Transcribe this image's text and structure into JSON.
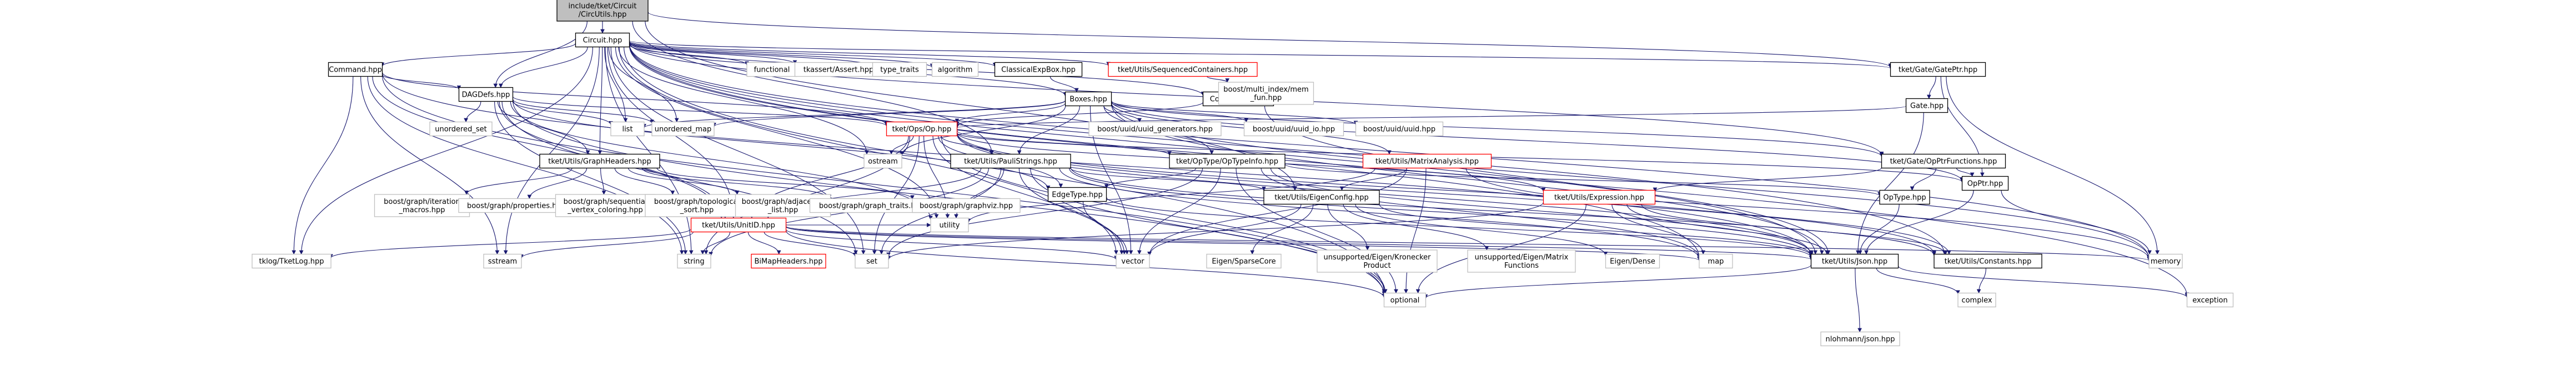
{
  "diagram": {
    "colors": {
      "node_fill": "#ffffff",
      "node_border": "#bfbfbf",
      "linked_border": "#000000",
      "missing_border": "#ff0000",
      "root_fill": "#bfbfbf",
      "edge": "#191970",
      "text": "#000000"
    },
    "nodes": [
      {
        "id": "root",
        "label": "include/tket/Circuit\n/CircUtils.hpp",
        "style": "root"
      },
      {
        "id": "circuit",
        "label": "Circuit.hpp",
        "style": "linked"
      },
      {
        "id": "command",
        "label": "Command.hpp",
        "style": "linked"
      },
      {
        "id": "dagdefs",
        "label": "DAGDefs.hpp",
        "style": "linked"
      },
      {
        "id": "functional",
        "label": "functional",
        "style": "plain"
      },
      {
        "id": "tkassert",
        "label": "tkassert/Assert.hpp",
        "style": "plain"
      },
      {
        "id": "type_traits",
        "label": "type_traits",
        "style": "plain"
      },
      {
        "id": "algorithm",
        "label": "algorithm",
        "style": "plain"
      },
      {
        "id": "classicalexpbox",
        "label": "ClassicalExpBox.hpp",
        "style": "linked"
      },
      {
        "id": "seqcontainers",
        "label": "tket/Utils/SequencedContainers.hpp",
        "style": "missing"
      },
      {
        "id": "gateptr",
        "label": "tket/Gate/GatePtr.hpp",
        "style": "linked"
      },
      {
        "id": "boxes",
        "label": "Boxes.hpp",
        "style": "linked"
      },
      {
        "id": "conditional",
        "label": "Conditional.hpp",
        "style": "linked"
      },
      {
        "id": "multiindex",
        "label": "boost/multi_index/mem\n_fun.hpp",
        "style": "plain"
      },
      {
        "id": "gatehpp",
        "label": "Gate.hpp",
        "style": "linked"
      },
      {
        "id": "unordered_set",
        "label": "unordered_set",
        "style": "plain"
      },
      {
        "id": "list",
        "label": "list",
        "style": "plain"
      },
      {
        "id": "unordered_map",
        "label": "unordered_map",
        "style": "plain"
      },
      {
        "id": "ophpp",
        "label": "tket/Ops/Op.hpp",
        "style": "missing"
      },
      {
        "id": "graphheaders",
        "label": "tket/Utils/GraphHeaders.hpp",
        "style": "linked"
      },
      {
        "id": "uuidgen",
        "label": "boost/uuid/uuid_generators.hpp",
        "style": "plain"
      },
      {
        "id": "uuidio",
        "label": "boost/uuid/uuid_io.hpp",
        "style": "plain"
      },
      {
        "id": "uuid",
        "label": "boost/uuid/uuid.hpp",
        "style": "plain"
      },
      {
        "id": "opptrfunctions",
        "label": "tket/Gate/OpPtrFunctions.hpp",
        "style": "linked"
      },
      {
        "id": "ostream",
        "label": "ostream",
        "style": "plain"
      },
      {
        "id": "pauli",
        "label": "tket/Utils/PauliStrings.hpp",
        "style": "linked"
      },
      {
        "id": "optypeinfo",
        "label": "tket/OpType/OpTypeInfo.hpp",
        "style": "linked"
      },
      {
        "id": "matrix",
        "label": "tket/Utils/MatrixAnalysis.hpp",
        "style": "missing"
      },
      {
        "id": "opptr",
        "label": "OpPtr.hpp",
        "style": "linked"
      },
      {
        "id": "iteration",
        "label": "boost/graph/iteration\n_macros.hpp",
        "style": "plain"
      },
      {
        "id": "properties",
        "label": "boost/graph/properties.hpp",
        "style": "plain"
      },
      {
        "id": "seqvertex",
        "label": "boost/graph/sequential\n_vertex_coloring.hpp",
        "style": "plain"
      },
      {
        "id": "topo",
        "label": "boost/graph/topological\n_sort.hpp",
        "style": "plain"
      },
      {
        "id": "adjlist",
        "label": "boost/graph/adjacency\n_list.hpp",
        "style": "plain"
      },
      {
        "id": "graphtraits",
        "label": "boost/graph/graph_traits.hpp",
        "style": "plain"
      },
      {
        "id": "graphviz",
        "label": "boost/graph/graphviz.hpp",
        "style": "plain"
      },
      {
        "id": "edgetype",
        "label": "EdgeType.hpp",
        "style": "linked"
      },
      {
        "id": "eigenconfig",
        "label": "tket/Utils/EigenConfig.hpp",
        "style": "linked"
      },
      {
        "id": "expression",
        "label": "tket/Utils/Expression.hpp",
        "style": "missing"
      },
      {
        "id": "optype",
        "label": "OpType.hpp",
        "style": "linked"
      },
      {
        "id": "unitid",
        "label": "tket/Utils/UnitID.hpp",
        "style": "missing"
      },
      {
        "id": "utility",
        "label": "utility",
        "style": "plain"
      },
      {
        "id": "tklog",
        "label": "tklog/TketLog.hpp",
        "style": "plain"
      },
      {
        "id": "sstream",
        "label": "sstream",
        "style": "plain"
      },
      {
        "id": "string",
        "label": "string",
        "style": "plain"
      },
      {
        "id": "bimap",
        "label": "BiMapHeaders.hpp",
        "style": "missing"
      },
      {
        "id": "set",
        "label": "set",
        "style": "plain"
      },
      {
        "id": "vector",
        "label": "vector",
        "style": "plain"
      },
      {
        "id": "eigensparse",
        "label": "Eigen/SparseCore",
        "style": "plain"
      },
      {
        "id": "kronecker",
        "label": "unsupported/Eigen/Kronecker\nProduct",
        "style": "plain"
      },
      {
        "id": "matrixfns",
        "label": "unsupported/Eigen/Matrix\nFunctions",
        "style": "plain"
      },
      {
        "id": "eigendense",
        "label": "Eigen/Dense",
        "style": "plain"
      },
      {
        "id": "map",
        "label": "map",
        "style": "plain"
      },
      {
        "id": "json",
        "label": "tket/Utils/Json.hpp",
        "style": "linked"
      },
      {
        "id": "constants",
        "label": "tket/Utils/Constants.hpp",
        "style": "linked"
      },
      {
        "id": "memory",
        "label": "memory",
        "style": "plain"
      },
      {
        "id": "optional",
        "label": "optional",
        "style": "plain"
      },
      {
        "id": "complex",
        "label": "complex",
        "style": "plain"
      },
      {
        "id": "exception",
        "label": "exception",
        "style": "plain"
      },
      {
        "id": "nlohmann",
        "label": "nlohmann/json.hpp",
        "style": "plain"
      }
    ],
    "edges": [
      [
        "root",
        "circuit"
      ],
      [
        "root",
        "dagdefs"
      ],
      [
        "root",
        "pauli"
      ],
      [
        "root",
        "eigenconfig"
      ],
      [
        "root",
        "gateptr"
      ],
      [
        "circuit",
        "command"
      ],
      [
        "circuit",
        "dagdefs"
      ],
      [
        "circuit",
        "functional"
      ],
      [
        "circuit",
        "tkassert"
      ],
      [
        "circuit",
        "type_traits"
      ],
      [
        "circuit",
        "algorithm"
      ],
      [
        "circuit",
        "classicalexpbox"
      ],
      [
        "circuit",
        "seqcontainers"
      ],
      [
        "circuit",
        "gateptr"
      ],
      [
        "circuit",
        "boxes"
      ],
      [
        "circuit",
        "conditional"
      ],
      [
        "circuit",
        "list"
      ],
      [
        "circuit",
        "unordered_map"
      ],
      [
        "circuit",
        "ostream"
      ],
      [
        "circuit",
        "graphheaders"
      ],
      [
        "circuit",
        "opptrfunctions"
      ],
      [
        "circuit",
        "unitid"
      ],
      [
        "circuit",
        "utility"
      ],
      [
        "circuit",
        "vector"
      ],
      [
        "circuit",
        "map"
      ],
      [
        "circuit",
        "memory"
      ],
      [
        "circuit",
        "optional"
      ],
      [
        "circuit",
        "exception"
      ],
      [
        "circuit",
        "string"
      ],
      [
        "circuit",
        "set"
      ],
      [
        "circuit",
        "sstream"
      ],
      [
        "circuit",
        "tklog"
      ],
      [
        "circuit",
        "constants"
      ],
      [
        "circuit",
        "json"
      ],
      [
        "command",
        "dagdefs"
      ],
      [
        "command",
        "ophpp"
      ],
      [
        "command",
        "unitid"
      ],
      [
        "command",
        "sstream"
      ],
      [
        "command",
        "string"
      ],
      [
        "command",
        "optional"
      ],
      [
        "command",
        "tklog"
      ],
      [
        "command",
        "json"
      ],
      [
        "dagdefs",
        "unordered_set"
      ],
      [
        "dagdefs",
        "list"
      ],
      [
        "dagdefs",
        "unordered_map"
      ],
      [
        "dagdefs",
        "ophpp"
      ],
      [
        "dagdefs",
        "graphheaders"
      ],
      [
        "dagdefs",
        "edgetype"
      ],
      [
        "dagdefs",
        "unitid"
      ],
      [
        "dagdefs",
        "set"
      ],
      [
        "dagdefs",
        "string"
      ],
      [
        "dagdefs",
        "optional"
      ],
      [
        "dagdefs",
        "utility"
      ],
      [
        "classicalexpbox",
        "boxes"
      ],
      [
        "seqcontainers",
        "multiindex"
      ],
      [
        "gateptr",
        "gatehpp"
      ],
      [
        "gateptr",
        "opptr"
      ],
      [
        "gateptr",
        "memory"
      ],
      [
        "gatehpp",
        "ophpp"
      ],
      [
        "gatehpp",
        "json"
      ],
      [
        "boxes",
        "ophpp"
      ],
      [
        "boxes",
        "uuidgen"
      ],
      [
        "boxes",
        "uuidio"
      ],
      [
        "boxes",
        "uuid"
      ],
      [
        "boxes",
        "opptrfunctions"
      ],
      [
        "boxes",
        "ostream"
      ],
      [
        "boxes",
        "pauli"
      ],
      [
        "boxes",
        "optypeinfo"
      ],
      [
        "boxes",
        "matrix"
      ],
      [
        "boxes",
        "opptr"
      ],
      [
        "boxes",
        "list"
      ],
      [
        "boxes",
        "unordered_map"
      ],
      [
        "boxes",
        "memory"
      ],
      [
        "boxes",
        "vector"
      ],
      [
        "boxes",
        "json"
      ],
      [
        "conditional",
        "ophpp"
      ],
      [
        "conditional",
        "json"
      ],
      [
        "ophpp",
        "ostream"
      ],
      [
        "ophpp",
        "pauli"
      ],
      [
        "ophpp",
        "optypeinfo"
      ],
      [
        "ophpp",
        "opptr"
      ],
      [
        "ophpp",
        "edgetype"
      ],
      [
        "ophpp",
        "expression"
      ],
      [
        "ophpp",
        "unitid"
      ],
      [
        "ophpp",
        "utility"
      ],
      [
        "ophpp",
        "string"
      ],
      [
        "ophpp",
        "set"
      ],
      [
        "ophpp",
        "vector"
      ],
      [
        "ophpp",
        "optional"
      ],
      [
        "ophpp",
        "json"
      ],
      [
        "ophpp",
        "constants"
      ],
      [
        "ophpp",
        "memory"
      ],
      [
        "graphheaders",
        "iteration"
      ],
      [
        "graphheaders",
        "properties"
      ],
      [
        "graphheaders",
        "seqvertex"
      ],
      [
        "graphheaders",
        "topo"
      ],
      [
        "graphheaders",
        "adjlist"
      ],
      [
        "graphheaders",
        "graphtraits"
      ],
      [
        "graphheaders",
        "graphviz"
      ],
      [
        "opptrfunctions",
        "opptr"
      ],
      [
        "opptrfunctions",
        "optype"
      ],
      [
        "opptrfunctions",
        "expression"
      ],
      [
        "pauli",
        "eigenconfig"
      ],
      [
        "pauli",
        "constants"
      ],
      [
        "pauli",
        "unitid"
      ],
      [
        "pauli",
        "json"
      ],
      [
        "pauli",
        "map"
      ],
      [
        "pauli",
        "set"
      ],
      [
        "pauli",
        "vector"
      ],
      [
        "pauli",
        "utility"
      ],
      [
        "pauli",
        "string"
      ],
      [
        "pauli",
        "optional"
      ],
      [
        "optypeinfo",
        "edgetype"
      ],
      [
        "optypeinfo",
        "optype"
      ],
      [
        "optypeinfo",
        "json"
      ],
      [
        "optypeinfo",
        "optional"
      ],
      [
        "optypeinfo",
        "set"
      ],
      [
        "optypeinfo",
        "vector"
      ],
      [
        "optypeinfo",
        "map"
      ],
      [
        "matrix",
        "eigenconfig"
      ],
      [
        "matrix",
        "constants"
      ],
      [
        "matrix",
        "vector"
      ],
      [
        "matrix",
        "utility"
      ],
      [
        "matrix",
        "optional"
      ],
      [
        "opptr",
        "json"
      ],
      [
        "opptr",
        "memory"
      ],
      [
        "edgetype",
        "vector"
      ],
      [
        "edgetype",
        "json"
      ],
      [
        "eigenconfig",
        "eigensparse"
      ],
      [
        "eigenconfig",
        "kronecker"
      ],
      [
        "eigenconfig",
        "matrixfns"
      ],
      [
        "eigenconfig",
        "eigendense"
      ],
      [
        "eigenconfig",
        "json"
      ],
      [
        "eigenconfig",
        "vector"
      ],
      [
        "expression",
        "set"
      ],
      [
        "expression",
        "map"
      ],
      [
        "expression",
        "json"
      ],
      [
        "expression",
        "optional"
      ],
      [
        "expression",
        "constants"
      ],
      [
        "optype",
        "json"
      ],
      [
        "unitid",
        "bimap"
      ],
      [
        "unitid",
        "json"
      ],
      [
        "unitid",
        "memory"
      ],
      [
        "unitid",
        "sstream"
      ],
      [
        "unitid",
        "string"
      ],
      [
        "unitid",
        "set"
      ],
      [
        "unitid",
        "vector"
      ],
      [
        "unitid",
        "optional"
      ],
      [
        "unitid",
        "map"
      ],
      [
        "unitid",
        "tklog"
      ],
      [
        "unitid",
        "utility"
      ],
      [
        "json",
        "nlohmann"
      ],
      [
        "json",
        "complex"
      ],
      [
        "json",
        "optional"
      ],
      [
        "json",
        "exception"
      ],
      [
        "constants",
        "complex"
      ]
    ]
  }
}
